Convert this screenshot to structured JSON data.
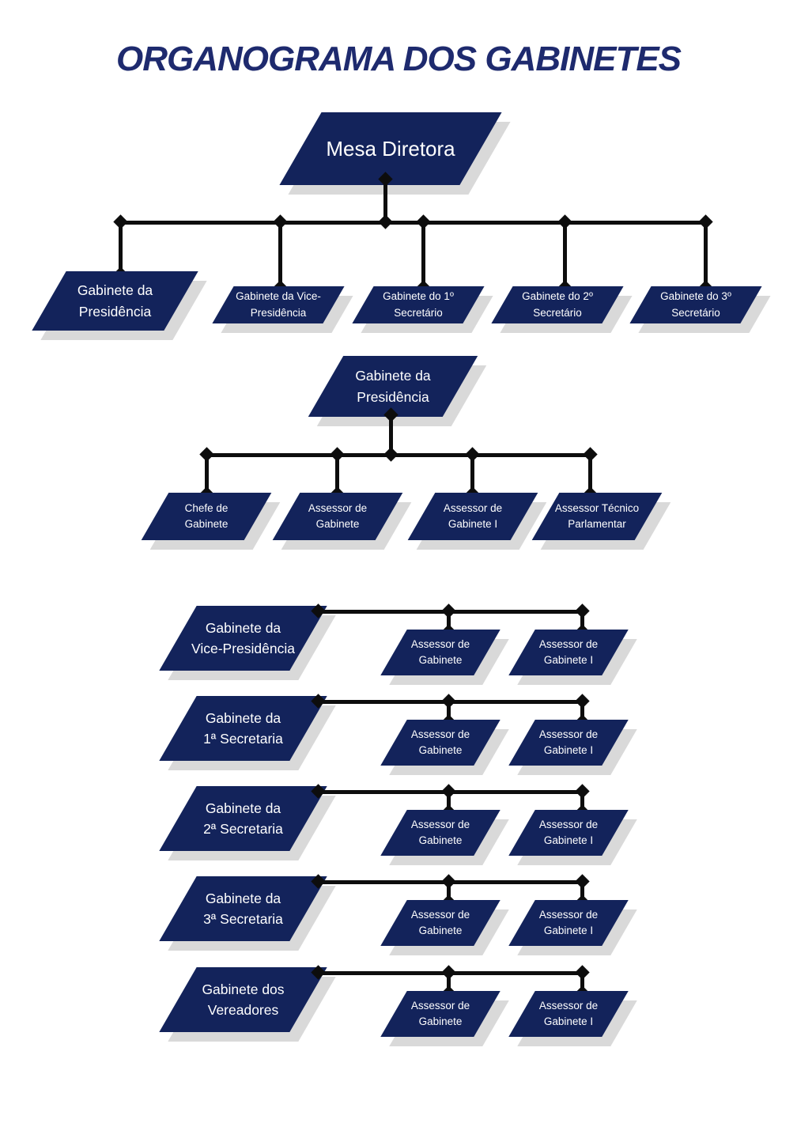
{
  "palette": {
    "navy": "#13235B",
    "shadow": "#D9D9D9",
    "line": "#0D0D0D",
    "title": "#1E2A6E",
    "label": "#FFFFFF"
  },
  "title": "ORGANOGRAMA DOS GABINETES",
  "root": {
    "label": "Mesa Diretora"
  },
  "board": [
    {
      "label": "Gabinete da\nPresidência"
    },
    {
      "label": "Gabinete da Vice-\nPresidência"
    },
    {
      "label": "Gabinete do 1º\nSecretário"
    },
    {
      "label": "Gabinete do 2º\nSecretário"
    },
    {
      "label": "Gabinete do 3º\nSecretário"
    }
  ],
  "presidency": {
    "header": "Gabinete da\nPresidência",
    "children": [
      {
        "label": "Chefe de\nGabinete"
      },
      {
        "label": "Assessor de\nGabinete"
      },
      {
        "label": "Assessor de\nGabinete I"
      },
      {
        "label": "Assessor Técnico\nParlamentar"
      }
    ]
  },
  "sections": [
    {
      "header": "Gabinete da\nVice-Presidência",
      "children": [
        {
          "label": "Assessor de\nGabinete"
        },
        {
          "label": "Assessor de\nGabinete I"
        }
      ]
    },
    {
      "header": "Gabinete da\n1ª Secretaria",
      "children": [
        {
          "label": "Assessor de\nGabinete"
        },
        {
          "label": "Assessor de\nGabinete I"
        }
      ]
    },
    {
      "header": "Gabinete da\n2ª Secretaria",
      "children": [
        {
          "label": "Assessor de\nGabinete"
        },
        {
          "label": "Assessor de\nGabinete I"
        }
      ]
    },
    {
      "header": "Gabinete da\n3ª Secretaria",
      "children": [
        {
          "label": "Assessor de\nGabinete"
        },
        {
          "label": "Assessor de\nGabinete I"
        }
      ]
    },
    {
      "header": "Gabinete dos\nVereadores",
      "children": [
        {
          "label": "Assessor de\nGabinete"
        },
        {
          "label": "Assessor de\nGabinete I"
        }
      ]
    }
  ]
}
